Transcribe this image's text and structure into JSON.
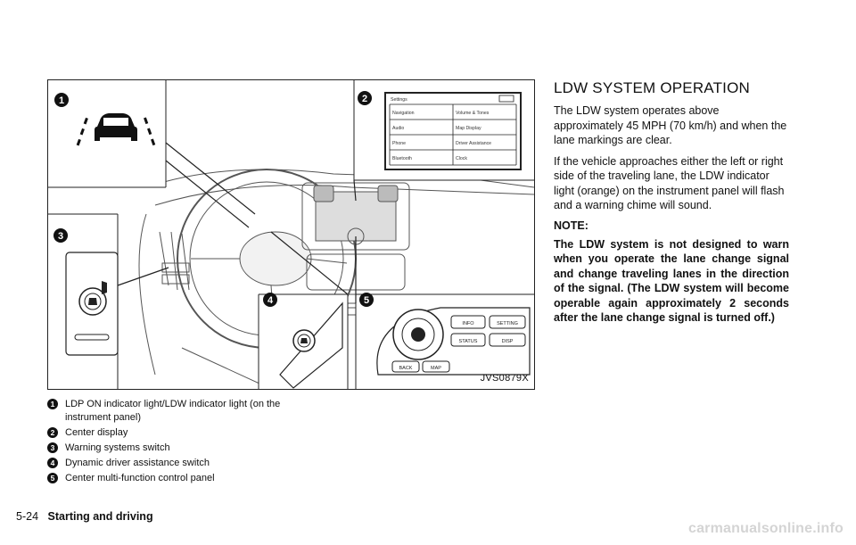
{
  "figure": {
    "code": "JVS0879X",
    "markers": [
      "1",
      "2",
      "3",
      "4",
      "5"
    ],
    "screen_menu": {
      "title": "Settings",
      "items": [
        "Navigation",
        "Volume & Tones",
        "Audio",
        "Map Display",
        "Phone",
        "Driver Assistance",
        "Bluetooth",
        "Clock"
      ]
    },
    "control_panel_labels": [
      "INFO",
      "SETTING",
      "STATUS",
      "DISP",
      "BACK",
      "MAP"
    ]
  },
  "callouts": [
    {
      "num": "1",
      "text": "LDP ON indicator light/LDW indicator light (on the instrument panel)"
    },
    {
      "num": "2",
      "text": "Center display"
    },
    {
      "num": "3",
      "text": "Warning systems switch"
    },
    {
      "num": "4",
      "text": "Dynamic driver assistance switch"
    },
    {
      "num": "5",
      "text": "Center multi-function control panel"
    }
  ],
  "section": {
    "title": "LDW SYSTEM OPERATION",
    "p1": "The LDW system operates above approximately 45 MPH (70 km/h) and when the lane markings are clear.",
    "p2": "If the vehicle approaches either the left or right side of the traveling lane, the LDW indicator light (orange) on the instrument panel will flash and a warning chime will sound.",
    "note_label": "NOTE:",
    "note": "The LDW system is not designed to warn when you operate the lane change signal and change traveling lanes in the direction of the signal. (The LDW system will become operable again approximately 2 seconds after the lane change signal is turned off.)"
  },
  "footer": {
    "page": "5-24",
    "chapter": "Starting and driving"
  },
  "watermark": "carmanualsonline.info"
}
